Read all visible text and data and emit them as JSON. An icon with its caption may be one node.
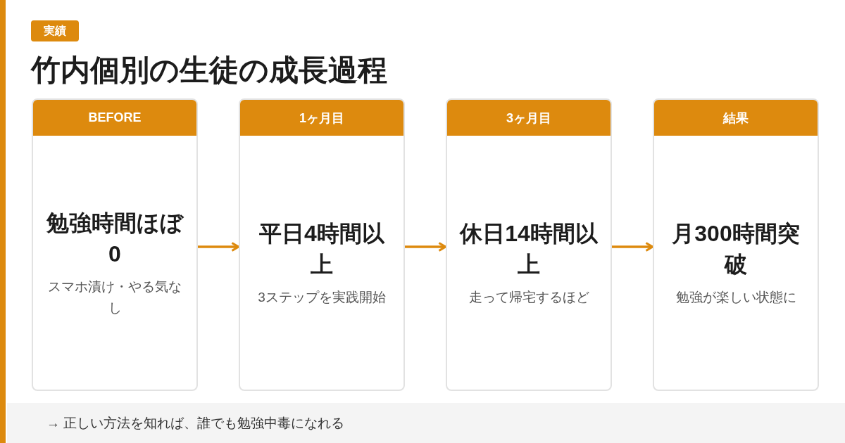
{
  "diagram": {
    "title": "竹内個別の生徒の成長過程",
    "nodes": [
      {
        "text": [
          "実績"
        ]
      },
      {
        "text": [
          "BEFORE",
          "勉強時間ほぼ0",
          "スマホ漬け・やる気なし"
        ]
      },
      {
        "text": [
          "1ヶ月目",
          "平日4時間以上",
          "3ステップを実践開始"
        ]
      },
      {
        "text": [
          "3ヶ月目",
          "休日14時間以上",
          "走って帰宅するほど"
        ]
      },
      {
        "text": [
          "結果",
          "月300時間突破",
          "勉強が楽しい状態に"
        ]
      },
      {
        "text": [
          "→ 正しい方法を知れば、誰でも勉強中毒になれる"
        ]
      }
    ],
    "edges": [
      {
        "from": 1,
        "to": 2,
        "arrow": "to"
      },
      {
        "from": 2,
        "to": 3,
        "arrow": "to"
      },
      {
        "from": 3,
        "to": 4,
        "arrow": "to"
      }
    ]
  }
}
